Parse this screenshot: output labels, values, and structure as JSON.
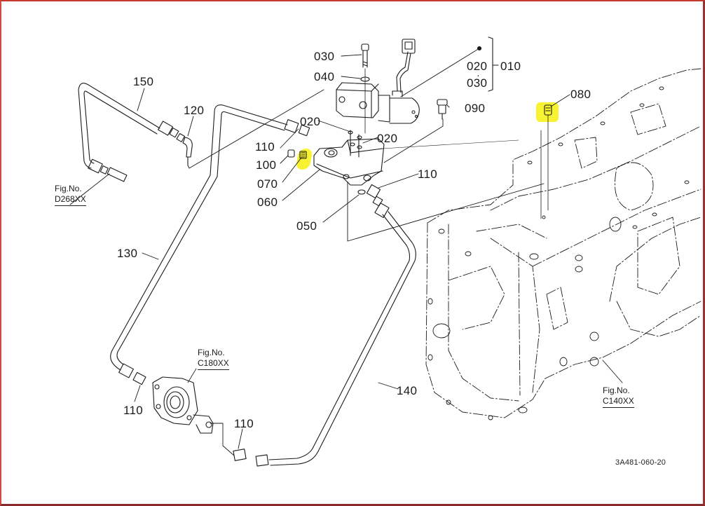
{
  "diagram": {
    "drawing_code": "3A481-060-20",
    "highlight_color": "#f7f21c",
    "frame_color": "#c0392b",
    "callouts": [
      {
        "id": "030a",
        "label": "030"
      },
      {
        "id": "040",
        "label": "040"
      },
      {
        "id": "020a",
        "label": "020"
      },
      {
        "id": "030b",
        "label": "030"
      },
      {
        "id": "010",
        "label": "010"
      },
      {
        "id": "090",
        "label": "090"
      },
      {
        "id": "080",
        "label": "080",
        "highlighted": true
      },
      {
        "id": "150",
        "label": "150"
      },
      {
        "id": "120",
        "label": "120"
      },
      {
        "id": "020b",
        "label": "020"
      },
      {
        "id": "020c",
        "label": "020"
      },
      {
        "id": "110a",
        "label": "110"
      },
      {
        "id": "100",
        "label": "100"
      },
      {
        "id": "070",
        "label": "070",
        "highlighted": true
      },
      {
        "id": "060",
        "label": "060"
      },
      {
        "id": "110b",
        "label": "110"
      },
      {
        "id": "050",
        "label": "050"
      },
      {
        "id": "130",
        "label": "130"
      },
      {
        "id": "140",
        "label": "140"
      },
      {
        "id": "110c",
        "label": "110"
      },
      {
        "id": "110d",
        "label": "110"
      }
    ],
    "assembly_bracket": {
      "members": [
        "020",
        "030"
      ],
      "parent": "010"
    },
    "figure_refs": [
      {
        "prefix": "Fig.No.",
        "code": "D268XX"
      },
      {
        "prefix": "Fig.No.",
        "code": "C180XX"
      },
      {
        "prefix": "Fig.No.",
        "code": "C140XX"
      }
    ]
  }
}
